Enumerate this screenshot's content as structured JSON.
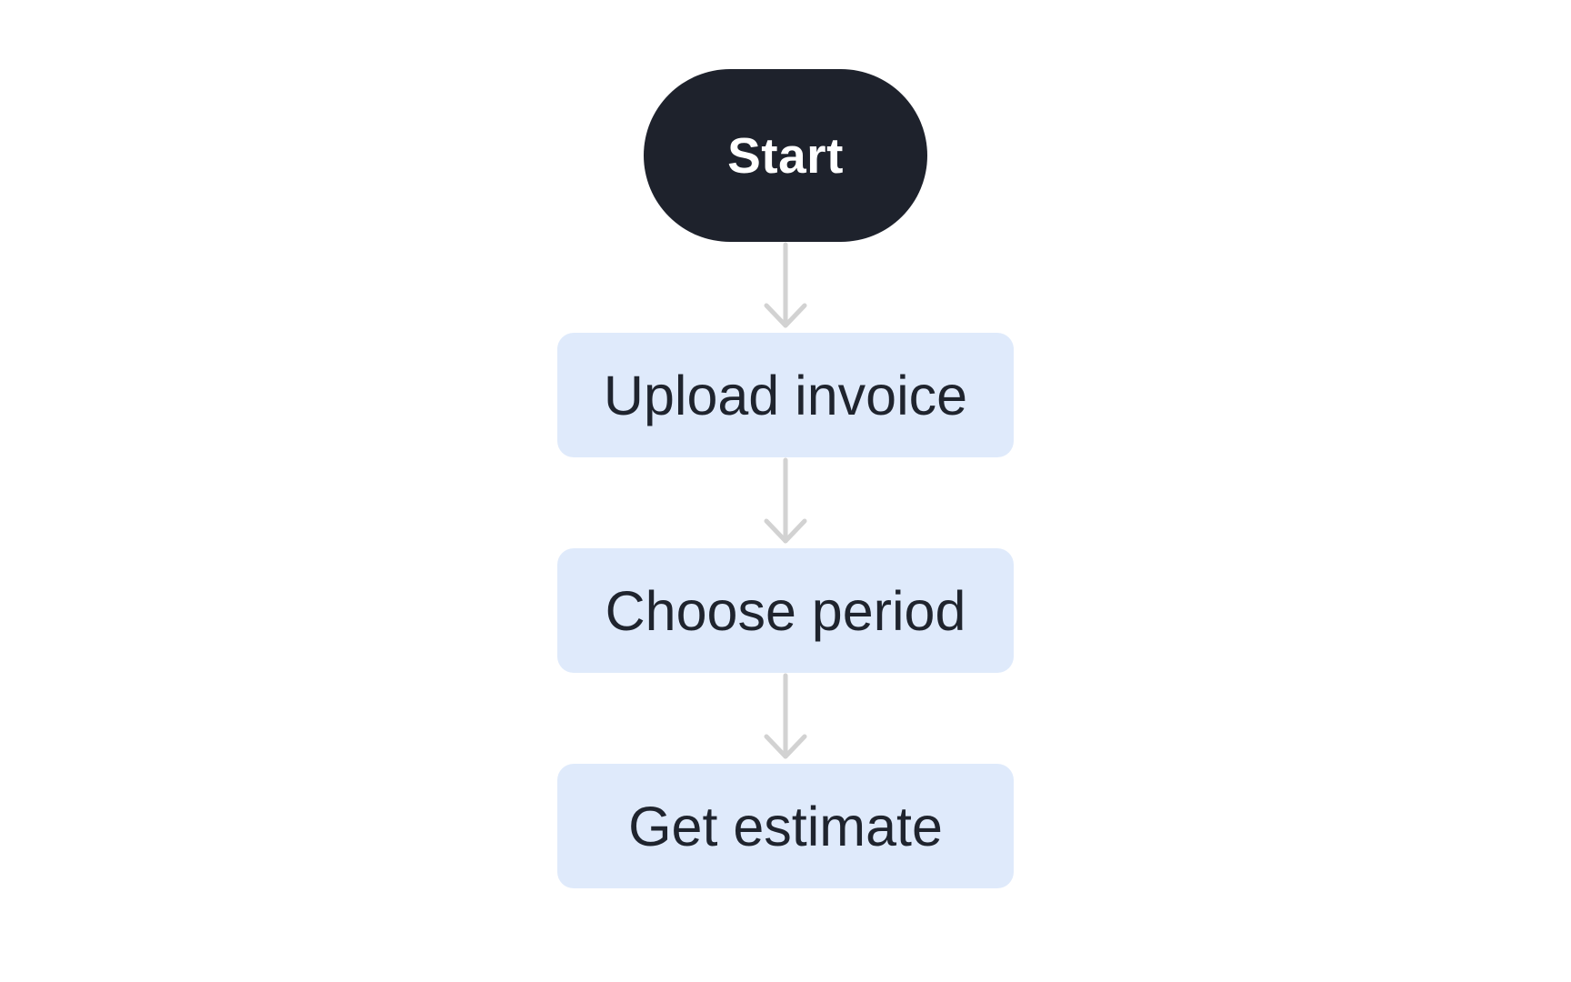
{
  "page": {
    "background": "#ffffff"
  },
  "diagram": {
    "type": "flowchart",
    "direction": "top-down",
    "start": {
      "label": "Start",
      "shape": "pill",
      "bg": "#1e222c",
      "text_color": "#ffffff"
    },
    "steps": [
      {
        "label": "Upload invoice"
      },
      {
        "label": "Choose period"
      },
      {
        "label": "Get estimate"
      }
    ],
    "step_style": {
      "shape": "rounded-rectangle",
      "bg": "#dfeafb",
      "text_color": "#1f242e"
    },
    "arrow": {
      "direction": "down",
      "style": "chevron-head",
      "color": "#d2d2d2",
      "count": 3
    }
  }
}
